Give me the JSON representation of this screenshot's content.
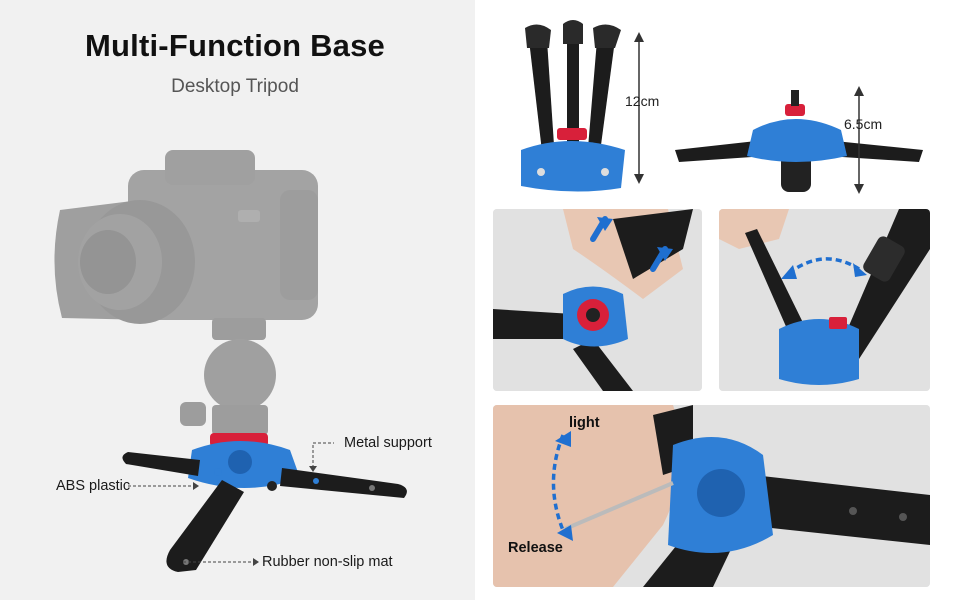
{
  "header": {
    "title": "Multi-Function Base",
    "subtitle": "Desktop Tripod"
  },
  "callouts": {
    "metal_support": "Metal support",
    "abs_plastic": "ABS plastic",
    "rubber_mat": "Rubber non-slip mat"
  },
  "dimensions": {
    "folded_height": "12cm",
    "open_height": "6.5cm"
  },
  "release_panel": {
    "light_label": "light",
    "release_label": "Release"
  },
  "colors": {
    "accent_blue": "#2f7fd6",
    "red_ring": "#d8203a",
    "leg_black": "#1c1c1c",
    "arrow_blue": "#1f6fd0"
  }
}
